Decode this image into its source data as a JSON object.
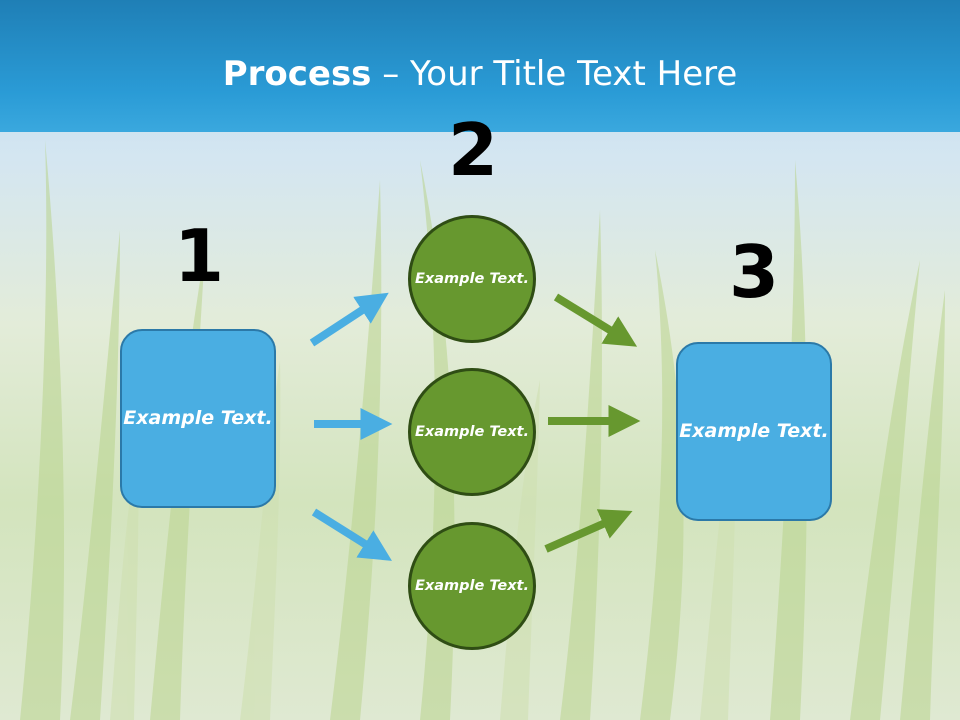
{
  "title": {
    "bold": "Process",
    "rest": " – Your Title Text Here"
  },
  "numbers": [
    "1",
    "2",
    "3"
  ],
  "step1_box": "Example Text.",
  "step2_circles": [
    "Example Text.",
    "Example Text.",
    "Example Text."
  ],
  "step3_box": "Example Text.",
  "colors": {
    "title_bar": "#2a9bd6",
    "box_fill": "#4aaee2",
    "circle_fill": "#67982f",
    "blue_arrow": "#4aaee2",
    "green_arrow": "#67982f"
  }
}
